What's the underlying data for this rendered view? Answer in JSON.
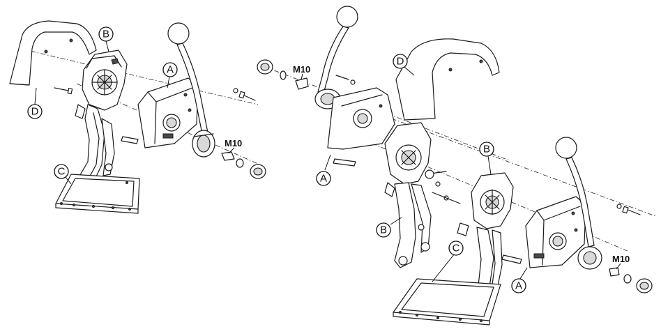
{
  "callouts": {
    "a": "A",
    "b": "B",
    "c": "C",
    "d": "D"
  },
  "fastener_label": "M10",
  "colors": {
    "line": "#1a1a1a",
    "shade": "#d9d9d9",
    "dark": "#4a4a4a",
    "background": "#ffffff"
  }
}
